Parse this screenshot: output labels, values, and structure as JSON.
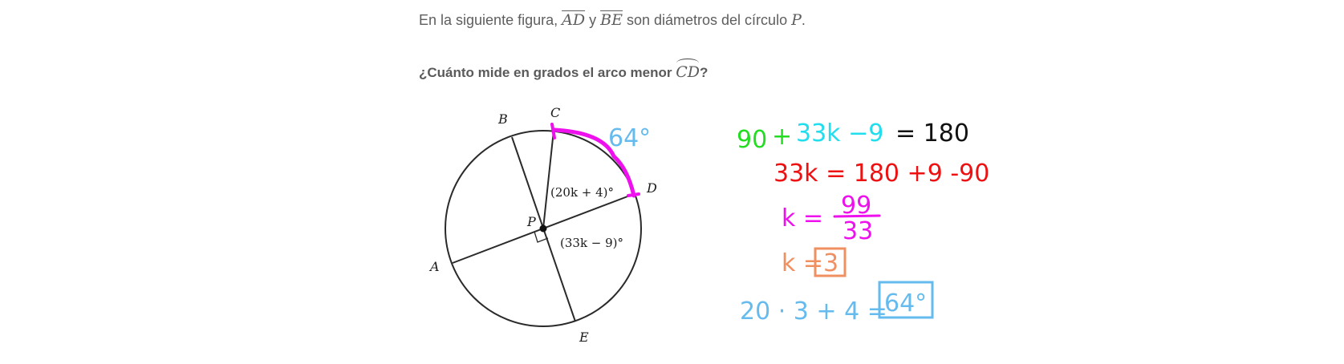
{
  "prompt": {
    "intro": "En la siguiente figura,",
    "seg1": "AD",
    "y": "y",
    "seg2": "BE",
    "mid": "son diámetros del círculo",
    "circle": "P",
    "end": "."
  },
  "question": {
    "text": "¿Cuánto mide en grados el arco menor",
    "arc": "CD",
    "end": "?"
  },
  "figure": {
    "points": {
      "A": "A",
      "B": "B",
      "C": "C",
      "D": "D",
      "E": "E",
      "P": "P"
    },
    "angle_cpd": "(20k + 4)°",
    "angle_dpe": "(33k − 9)°",
    "arc_note": "64°"
  },
  "work": {
    "line1": {
      "a": "90",
      "plus": "+",
      "b": "33k −9",
      "eq": "= 180"
    },
    "line2": "33k = 180 +9 -90",
    "line3": {
      "lhs": "k =",
      "num": "99",
      "den": "33"
    },
    "line4": {
      "lhs": "k =",
      "boxed": "3"
    },
    "line5": {
      "lhs": "20 · 3 + 4 =",
      "boxed": "64°"
    }
  },
  "colors": {
    "green": "#22dd22",
    "cyan": "#22ddee",
    "black": "#111111",
    "red": "#ee1111",
    "magenta": "#ee11ee",
    "orange": "#f09060",
    "lightblue": "#66bbee"
  }
}
